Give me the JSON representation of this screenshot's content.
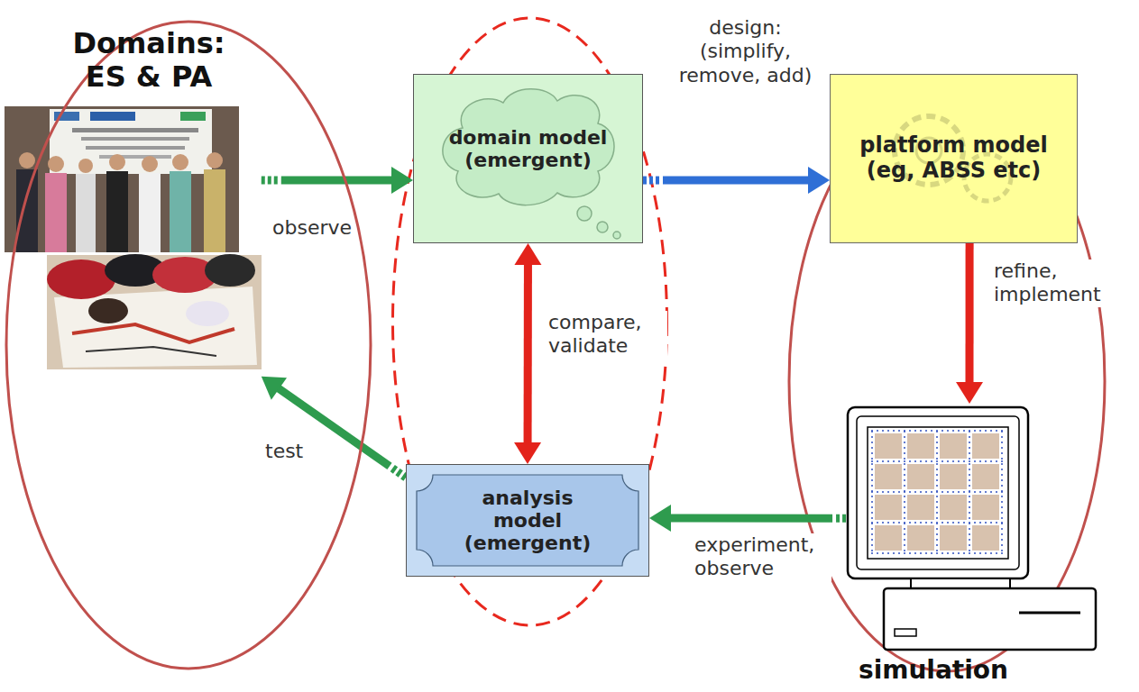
{
  "diagram": {
    "nodes": [
      {
        "text": [
          "Domains: ES & PA"
        ]
      },
      {
        "text": [
          "domain model (emergent)"
        ]
      },
      {
        "text": [
          "platform model (eg, ABSS etc)"
        ]
      },
      {
        "text": [
          "simulation"
        ]
      },
      {
        "text": [
          "analysis model (emergent)"
        ]
      }
    ],
    "edges": [
      {
        "from": 0,
        "to": 1,
        "label": "observe",
        "arrow": "to"
      },
      {
        "from": 1,
        "to": 2,
        "label": "design: (simplify, remove, add)",
        "arrow": "to"
      },
      {
        "from": 2,
        "to": 3,
        "label": "refine, implement",
        "arrow": "to"
      },
      {
        "from": 3,
        "to": 4,
        "label": "experiment, observe",
        "arrow": "to"
      },
      {
        "from": 4,
        "to": 0,
        "label": "test",
        "arrow": "to"
      },
      {
        "from": 1,
        "to": 4,
        "label": "compare, validate",
        "arrow": "both"
      }
    ]
  }
}
